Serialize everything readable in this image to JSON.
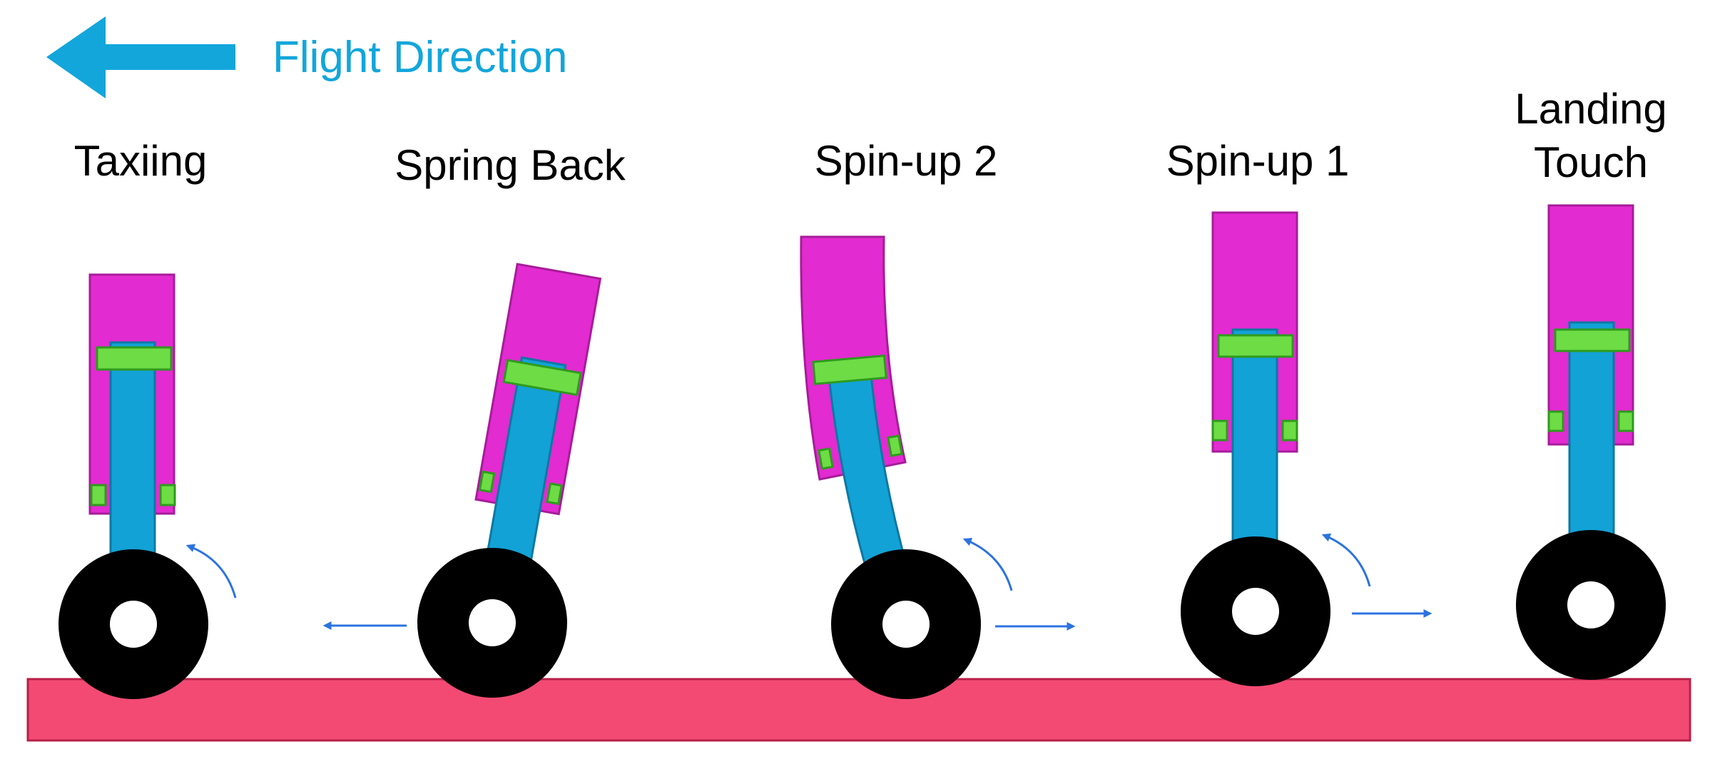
{
  "flight_direction": {
    "label": "Flight  Direction",
    "arrow_icon": "left-arrow-icon"
  },
  "stages": [
    {
      "id": "taxiing",
      "label_lines": [
        "Taxiing"
      ]
    },
    {
      "id": "spring-back",
      "label_lines": [
        "Spring Back"
      ]
    },
    {
      "id": "spin-up-2",
      "label_lines": [
        "Spin-up 2"
      ]
    },
    {
      "id": "spin-up-1",
      "label_lines": [
        "Spin-up 1"
      ]
    },
    {
      "id": "landing-touch",
      "label_lines": [
        "Landing",
        "Touch"
      ]
    }
  ],
  "colors": {
    "flight_direction": "#12A6DB",
    "cylinder": "#E22BD0",
    "piston": "#12A2D6",
    "collar": "#6DDC45",
    "tire": "#000000",
    "hub": "#FFFFFF",
    "motion_arrow": "#2C73E0",
    "runway": "#F24A73",
    "runway_border": "#B82048"
  }
}
